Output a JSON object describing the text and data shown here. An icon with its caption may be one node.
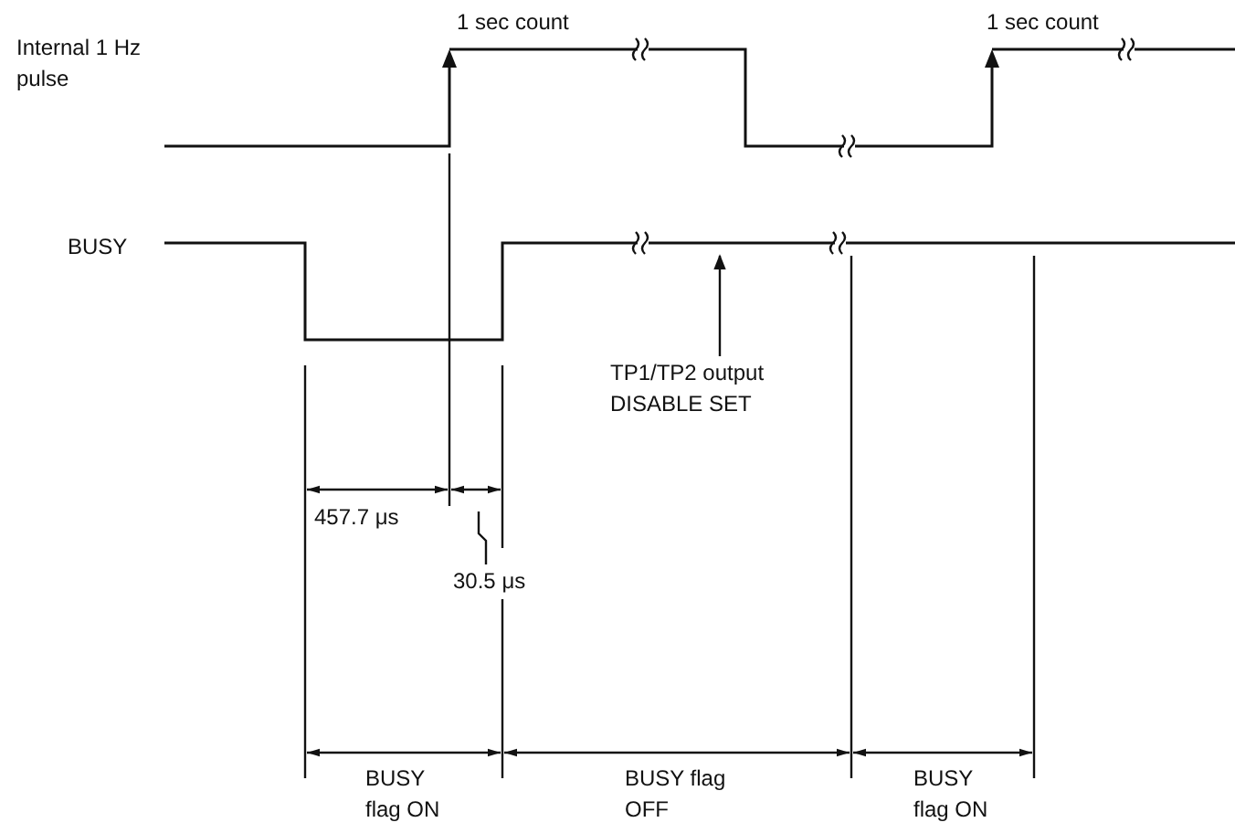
{
  "diagram": {
    "nodes": [
      {
        "text": [
          "TP1/TP2 output DISABLE SET"
        ]
      },
      {
        "text": [
          "30.5 μs"
        ]
      }
    ],
    "edges": [
      {
        "from": 0,
        "to": null,
        "arrow": "to"
      },
      {
        "from": 1,
        "to": null,
        "arrow": "none"
      }
    ],
    "labels": [
      "1 sec count",
      "1 sec count",
      "Internal 1 Hz pulse",
      "BUSY",
      "457.7 μs",
      "BUSY flag ON",
      "BUSY flag OFF",
      "BUSY flag ON"
    ]
  }
}
